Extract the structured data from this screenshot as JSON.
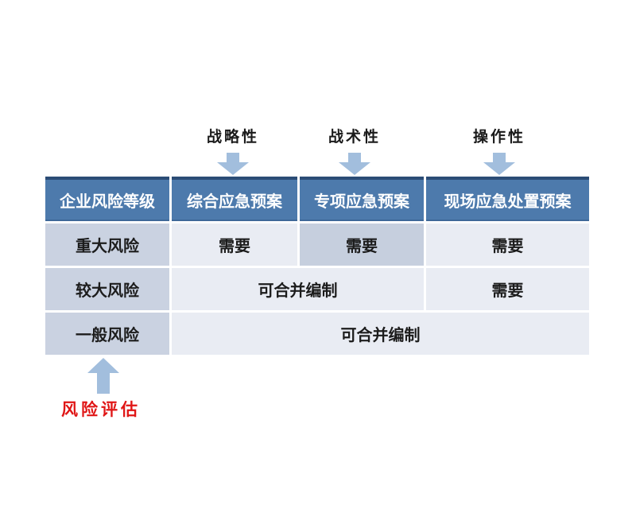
{
  "annotations": {
    "top": [
      {
        "label": "战略性",
        "icon": "down-arrow-icon",
        "points_to": "综合应急预案"
      },
      {
        "label": "战术性",
        "icon": "down-arrow-icon",
        "points_to": "专项应急预案"
      },
      {
        "label": "操作性",
        "icon": "down-arrow-icon",
        "points_to": "现场应急处置预案"
      }
    ],
    "bottom": {
      "label": "风险评估",
      "icon": "up-arrow-icon",
      "points_to": "企业风险等级",
      "color": "#e01616"
    }
  },
  "table": {
    "headers": [
      "企业风险等级",
      "综合应急预案",
      "专项应急预案",
      "现场应急处置预案"
    ],
    "rows": [
      {
        "level": "重大风险",
        "cells": [
          {
            "text": "需要",
            "span": 1,
            "highlight": false
          },
          {
            "text": "需要",
            "span": 1,
            "highlight": true
          },
          {
            "text": "需要",
            "span": 1,
            "highlight": false
          }
        ]
      },
      {
        "level": "较大风险",
        "cells": [
          {
            "text": "可合并编制",
            "span": 2,
            "highlight": false
          },
          {
            "text": "需要",
            "span": 1,
            "highlight": false
          }
        ]
      },
      {
        "level": "一般风险",
        "cells": [
          {
            "text": "可合并编制",
            "span": 3,
            "highlight": false
          }
        ]
      }
    ]
  },
  "colors": {
    "header_bg": "#4d7aac",
    "header_top_border": "#2b4c76",
    "header_bottom_border": "#3e6898",
    "row_label_bg": "#cad2e1",
    "cell_bg": "#e9ecf3",
    "cell_highlight_bg": "#c6cfde",
    "arrow_fill": "#a2bedd",
    "assessment_text": "#e01616",
    "background": "#ffffff"
  }
}
